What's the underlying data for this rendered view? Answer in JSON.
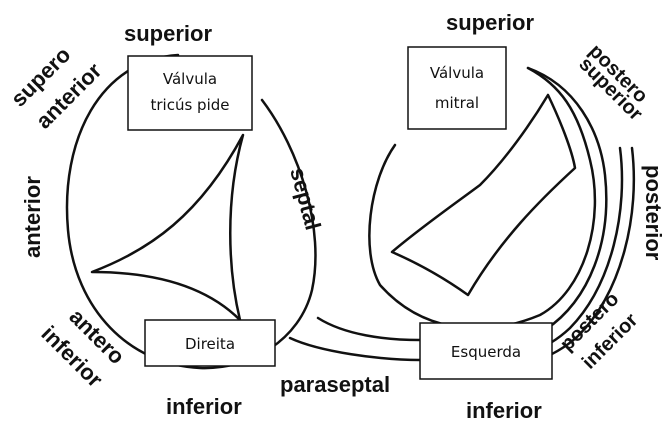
{
  "tricuspid": {
    "box_line1": "Válvula",
    "box_line2": "tricús pide",
    "side_box": "Direita",
    "labels": {
      "superior": "superior",
      "supero": "supero",
      "anterior_upper": "anterior",
      "anterior": "anterior",
      "antero": "antero",
      "inferior_side": "inferior",
      "inferior": "inferior",
      "septal": "septal",
      "paraseptal": "paraseptal"
    }
  },
  "mitral": {
    "box_line1": "Válvula",
    "box_line2": "mitral",
    "side_box": "Esquerda",
    "labels": {
      "superior": "superior",
      "postero_top": "postero",
      "superior_side": "superior",
      "posterior": "posterior",
      "postero_bottom": "postero",
      "inferior_side": "inferior",
      "inferior": "inferior"
    }
  }
}
